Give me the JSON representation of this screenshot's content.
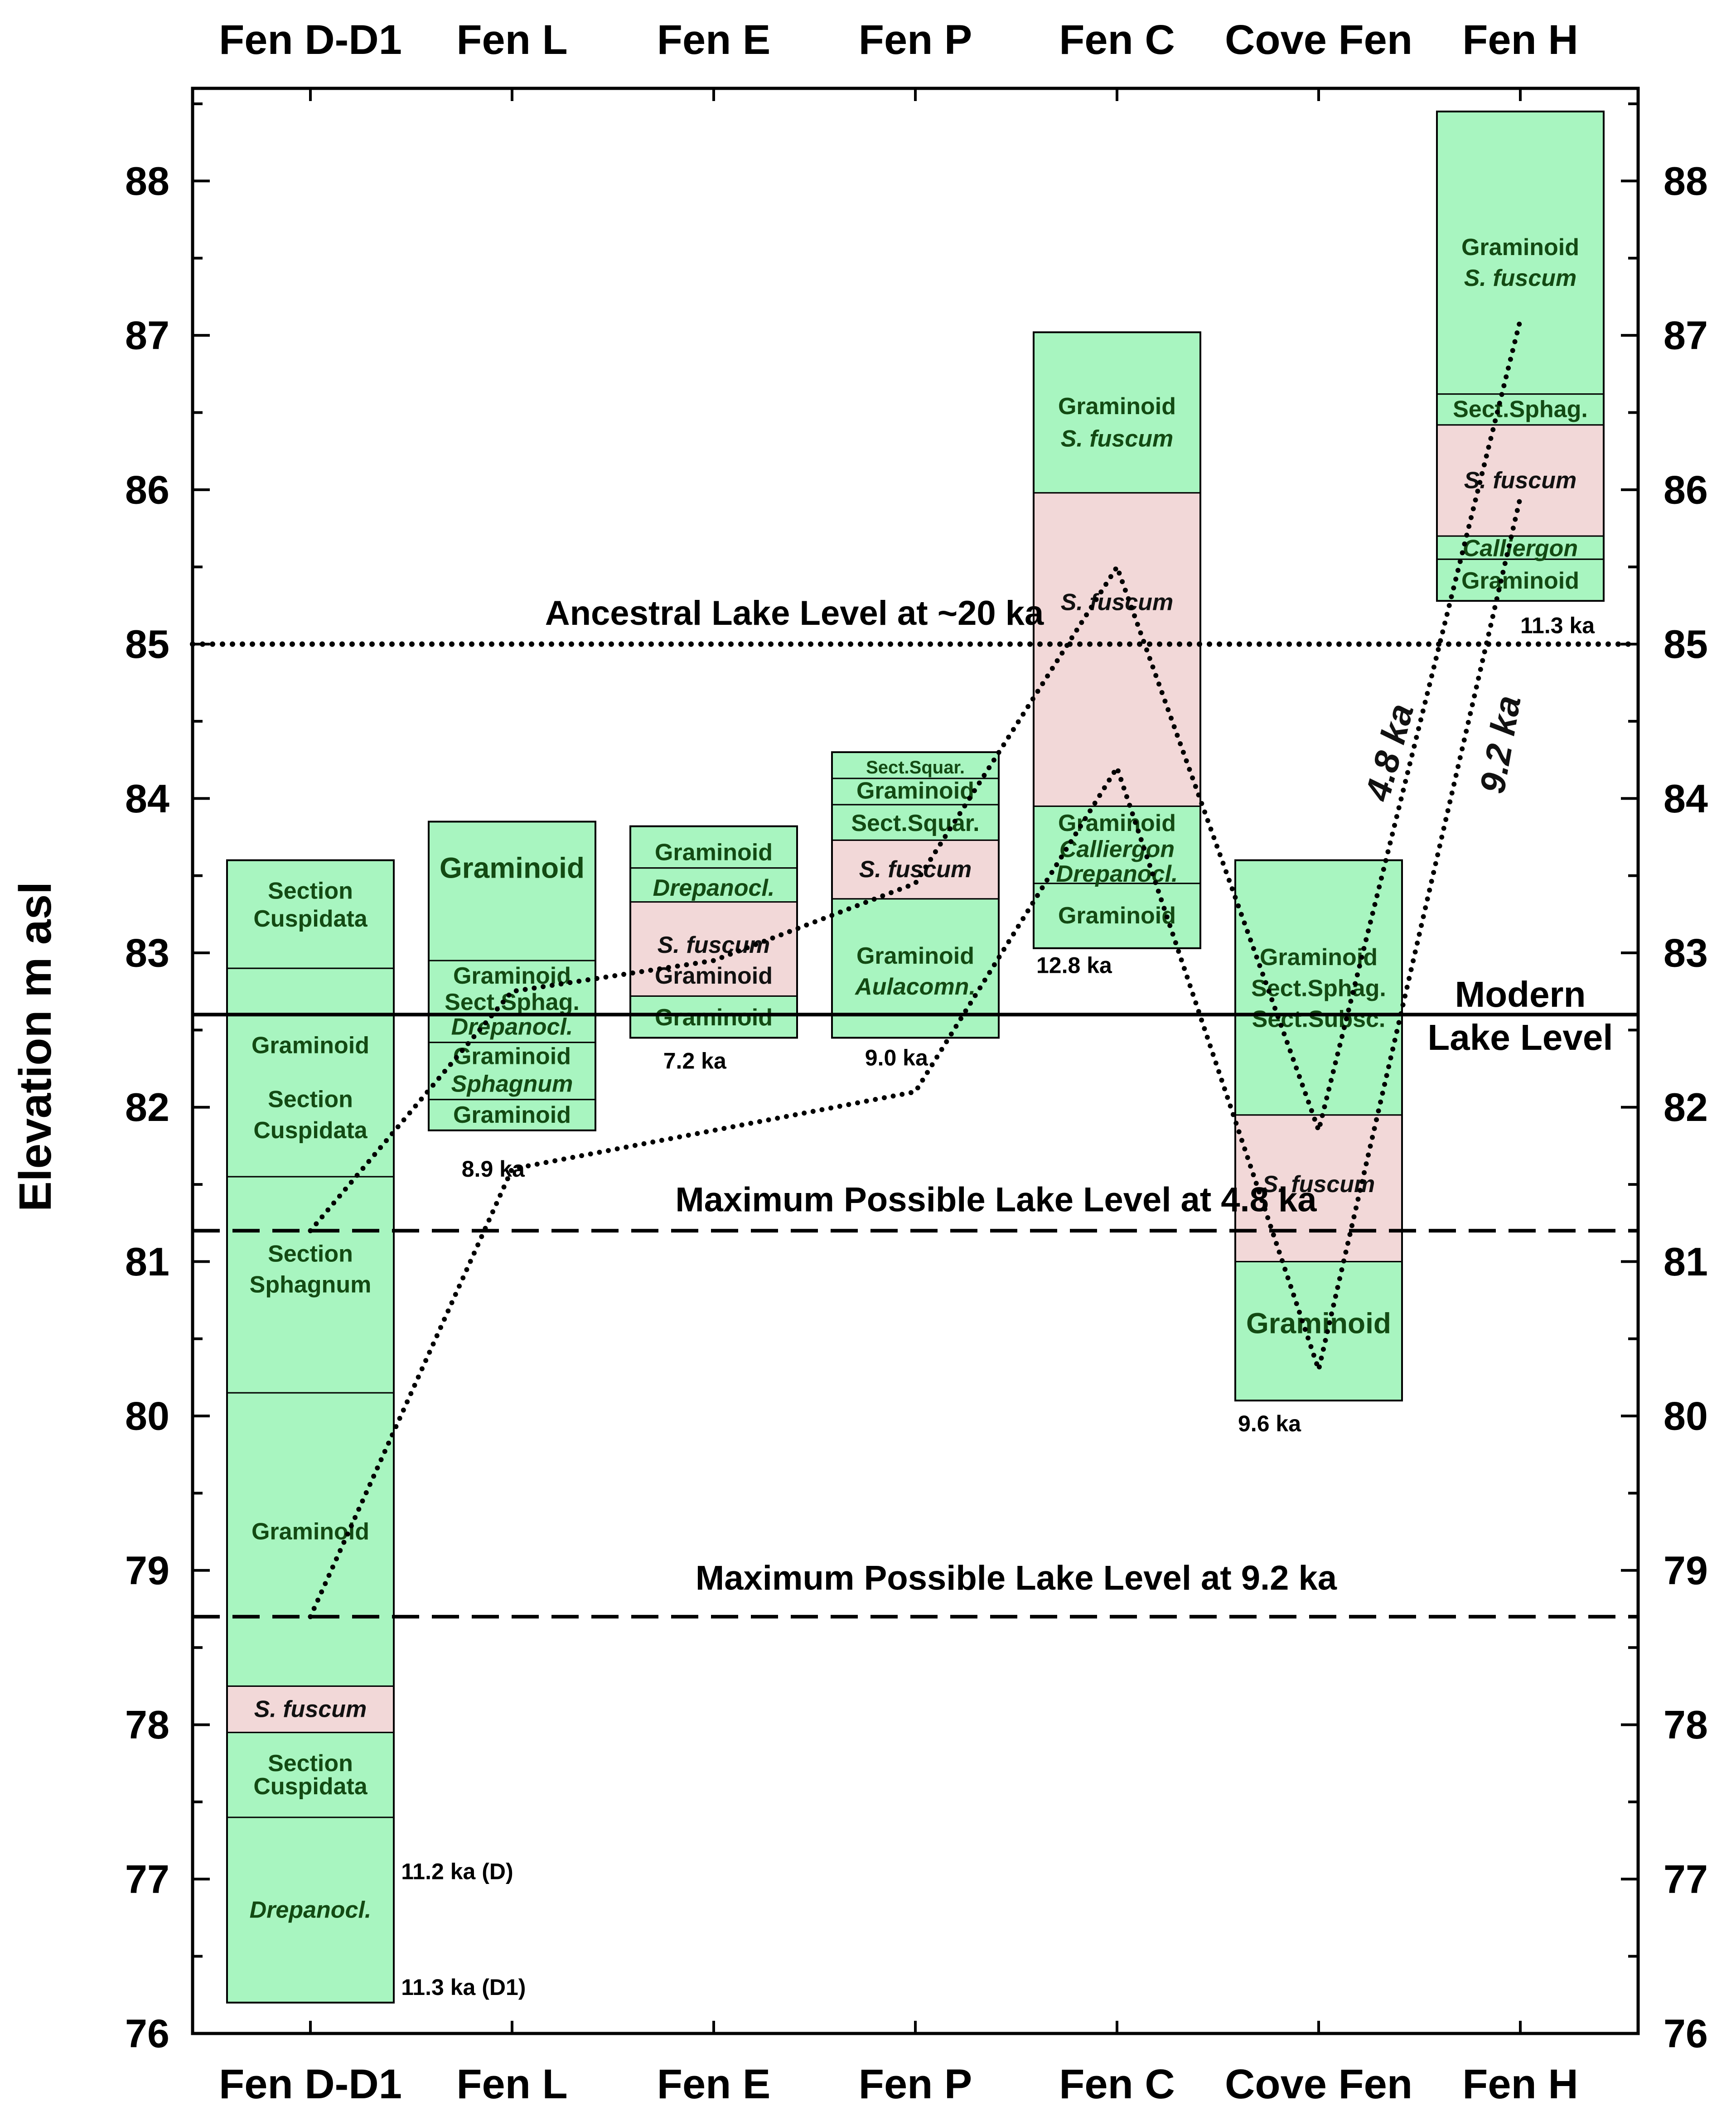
{
  "chart_data": {
    "type": "column-stratigraphy",
    "ylabel": "Elevation m asl",
    "ylim": [
      76,
      88.6
    ],
    "y_ticks": [
      "76",
      "77",
      "78",
      "79",
      "80",
      "81",
      "82",
      "83",
      "84",
      "85",
      "86",
      "87",
      "88"
    ],
    "categories": [
      "Fen D-D1",
      "Fen L",
      "Fen E",
      "Fen P",
      "Fen C",
      "Cove Fen",
      "Fen H"
    ],
    "colors": {
      "graminoid_moss": "#a8f5c0",
      "s_fuscum": "#f2d8d8",
      "label_text": "#134a13"
    },
    "reference_lines": [
      {
        "label": "Ancestral Lake Level at ~20 ka",
        "y": 85.0,
        "style": "dotted",
        "label_x": 2.4,
        "label_y": 85.2
      },
      {
        "label": "Modern Lake Level",
        "label_lines": [
          "Modern",
          "Lake Level"
        ],
        "y": 82.6,
        "style": "solid",
        "label_x": 6.0,
        "label_y": 82.6
      },
      {
        "label": "Maximum Possible Lake Level at 4.8 ka",
        "y": 81.2,
        "style": "dashed",
        "label_x": 3.4,
        "label_y": 81.4
      },
      {
        "label": "Maximum Possible Lake Level at 9.2 ka",
        "y": 78.7,
        "style": "dashed",
        "label_x": 3.5,
        "label_y": 78.95
      }
    ],
    "columns": [
      {
        "site": "Fen D-D1",
        "x": 0,
        "bottom": 76.2,
        "top": 83.6,
        "age_labels": [
          {
            "text": "11.2 ka (D)",
            "x": 0.45,
            "y": 77.05
          },
          {
            "text": "11.3 ka (D1)",
            "x": 0.45,
            "y": 76.3
          }
        ],
        "units": [
          {
            "bottom": 76.2,
            "top": 77.4,
            "type": "green",
            "labels": [
              {
                "text": "Drepanocl.",
                "y": 76.8,
                "italic": true
              }
            ]
          },
          {
            "bottom": 77.4,
            "top": 77.95,
            "type": "green",
            "labels": [
              {
                "text": "Section",
                "y": 77.75
              },
              {
                "text": "Cuspidata",
                "y": 77.6
              }
            ]
          },
          {
            "bottom": 77.95,
            "top": 78.25,
            "type": "pink",
            "labels": [
              {
                "text": "S. fuscum",
                "y": 78.1,
                "italic": true
              }
            ]
          },
          {
            "bottom": 78.25,
            "top": 80.15,
            "type": "green",
            "labels": [
              {
                "text": "Graminoid",
                "y": 79.25
              }
            ]
          },
          {
            "bottom": 80.15,
            "top": 81.55,
            "type": "green",
            "labels": [
              {
                "text": "Section",
                "y": 81.05
              },
              {
                "text": "Sphagnum",
                "y": 80.85
              }
            ]
          },
          {
            "bottom": 81.55,
            "top": 82.9,
            "type": "green",
            "labels": [
              {
                "text": "Graminoid",
                "y": 82.4
              },
              {
                "text": "Section",
                "y": 82.05
              },
              {
                "text": "Cuspidata",
                "y": 81.85
              }
            ]
          },
          {
            "bottom": 82.9,
            "top": 83.6,
            "type": "green",
            "labels": [
              {
                "text": "Section",
                "y": 83.4
              },
              {
                "text": "Cuspidata",
                "y": 83.22
              }
            ]
          }
        ]
      },
      {
        "site": "Fen L",
        "x": 1,
        "bottom": 81.85,
        "top": 83.85,
        "age_labels": [
          {
            "text": "8.9 ka",
            "x": -0.25,
            "y": 81.6
          }
        ],
        "units": [
          {
            "bottom": 81.85,
            "top": 82.05,
            "type": "green",
            "labels": [
              {
                "text": "Graminoid",
                "y": 81.95
              }
            ]
          },
          {
            "bottom": 82.05,
            "top": 82.42,
            "type": "green",
            "labels": [
              {
                "text": "Graminoid",
                "y": 82.33
              },
              {
                "text": "Sphagnum",
                "y": 82.15,
                "italic": true
              }
            ]
          },
          {
            "bottom": 82.42,
            "top": 82.95,
            "type": "green",
            "labels": [
              {
                "text": "Graminoid",
                "y": 82.85
              },
              {
                "text": "Sect.Sphag.",
                "y": 82.68
              },
              {
                "text": "Drepanocl.",
                "y": 82.52,
                "italic": true
              }
            ]
          },
          {
            "bottom": 82.95,
            "top": 83.85,
            "type": "green",
            "labels": [
              {
                "text": "Graminoid",
                "y": 83.55,
                "large": true
              }
            ]
          }
        ]
      },
      {
        "site": "Fen E",
        "x": 2,
        "bottom": 82.45,
        "top": 83.82,
        "age_labels": [
          {
            "text": "7.2 ka",
            "x": -0.25,
            "y": 82.3
          }
        ],
        "units": [
          {
            "bottom": 82.45,
            "top": 82.72,
            "type": "green",
            "labels": [
              {
                "text": "Graminoid",
                "y": 82.58
              }
            ]
          },
          {
            "bottom": 82.72,
            "top": 83.33,
            "type": "pink",
            "labels": [
              {
                "text": "S. fuscum",
                "y": 83.05,
                "italic": true
              },
              {
                "text": "Graminoid",
                "y": 82.85
              }
            ]
          },
          {
            "bottom": 83.33,
            "top": 83.55,
            "type": "green",
            "labels": [
              {
                "text": "Drepanocl.",
                "y": 83.42,
                "italic": true
              }
            ]
          },
          {
            "bottom": 83.55,
            "top": 83.82,
            "type": "green",
            "labels": [
              {
                "text": "Graminoid",
                "y": 83.65
              }
            ]
          }
        ]
      },
      {
        "site": "Fen P",
        "x": 3,
        "bottom": 82.45,
        "top": 84.3,
        "age_labels": [
          {
            "text": "9.0 ka",
            "x": -0.25,
            "y": 82.32
          }
        ],
        "units": [
          {
            "bottom": 82.45,
            "top": 83.35,
            "type": "green",
            "labels": [
              {
                "text": "Graminoid",
                "y": 82.98
              },
              {
                "text": "Aulacomn.",
                "y": 82.78,
                "italic": true
              }
            ]
          },
          {
            "bottom": 83.35,
            "top": 83.73,
            "type": "pink",
            "labels": [
              {
                "text": "S. fuscum",
                "y": 83.54,
                "italic": true
              }
            ]
          },
          {
            "bottom": 83.73,
            "top": 83.96,
            "type": "green",
            "labels": [
              {
                "text": "Sect.Squar.",
                "y": 83.84
              }
            ]
          },
          {
            "bottom": 83.96,
            "top": 84.13,
            "type": "green",
            "labels": [
              {
                "text": "Graminoid",
                "y": 84.05
              }
            ]
          },
          {
            "bottom": 84.13,
            "top": 84.3,
            "type": "green",
            "labels": [
              {
                "text": "Sect.Squar.",
                "y": 84.2,
                "small": true
              }
            ]
          }
        ]
      },
      {
        "site": "Fen C",
        "x": 4,
        "bottom": 83.03,
        "top": 87.02,
        "age_labels": [
          {
            "text": "12.8 ka",
            "x": -0.4,
            "y": 82.92
          }
        ],
        "units": [
          {
            "bottom": 83.03,
            "top": 83.45,
            "type": "green",
            "labels": [
              {
                "text": "Graminoid",
                "y": 83.24
              }
            ]
          },
          {
            "bottom": 83.45,
            "top": 83.95,
            "type": "green",
            "labels": [
              {
                "text": "Graminoid",
                "y": 83.84
              },
              {
                "text": "Calliergon",
                "y": 83.67,
                "italic": true
              },
              {
                "text": "Drepanocl.",
                "y": 83.51,
                "italic": true
              }
            ]
          },
          {
            "bottom": 83.95,
            "top": 85.98,
            "type": "pink",
            "labels": [
              {
                "text": "S. fuscum",
                "y": 85.27,
                "italic": true
              }
            ]
          },
          {
            "bottom": 85.98,
            "top": 87.02,
            "type": "green",
            "labels": [
              {
                "text": "Graminoid",
                "y": 86.54
              },
              {
                "text": "S. fuscum",
                "y": 86.33,
                "italic": true
              }
            ]
          }
        ]
      },
      {
        "site": "Cove Fen",
        "x": 5,
        "bottom": 80.1,
        "top": 83.6,
        "age_labels": [
          {
            "text": "9.6 ka",
            "x": -0.4,
            "y": 79.95
          }
        ],
        "units": [
          {
            "bottom": 80.1,
            "top": 81.0,
            "type": "green",
            "labels": [
              {
                "text": "Graminoid",
                "y": 80.6,
                "large": true
              }
            ]
          },
          {
            "bottom": 81.0,
            "top": 81.95,
            "type": "pink",
            "labels": [
              {
                "text": "S. fuscum",
                "y": 81.5,
                "italic": true
              }
            ]
          },
          {
            "bottom": 81.95,
            "top": 83.6,
            "type": "green",
            "labels": [
              {
                "text": "Graminoid",
                "y": 82.97
              },
              {
                "text": "Sect.Sphag.",
                "y": 82.77
              },
              {
                "text": "Sect.Subsc.",
                "y": 82.57
              }
            ]
          }
        ]
      },
      {
        "site": "Fen H",
        "x": 6,
        "bottom": 85.28,
        "top": 88.45,
        "age_labels": [
          {
            "text": "11.3 ka",
            "x": 0.0,
            "y": 85.12
          }
        ],
        "units": [
          {
            "bottom": 85.28,
            "top": 85.55,
            "type": "green",
            "labels": [
              {
                "text": "Graminoid",
                "y": 85.41
              }
            ]
          },
          {
            "bottom": 85.55,
            "top": 85.7,
            "type": "green",
            "labels": [
              {
                "text": "Calliergon",
                "y": 85.62,
                "italic": true
              }
            ]
          },
          {
            "bottom": 85.7,
            "top": 86.42,
            "type": "pink",
            "labels": [
              {
                "text": "S. fuscum",
                "y": 86.06,
                "italic": true
              }
            ]
          },
          {
            "bottom": 86.42,
            "top": 86.62,
            "type": "green",
            "labels": [
              {
                "text": "Sect.Sphag.",
                "y": 86.52
              }
            ]
          },
          {
            "bottom": 86.62,
            "top": 88.45,
            "type": "green",
            "labels": [
              {
                "text": "Graminoid",
                "y": 87.57
              },
              {
                "text": "S. fuscum",
                "y": 87.37,
                "italic": true
              }
            ]
          }
        ]
      }
    ],
    "series": [
      {
        "name": "4.8 ka",
        "points": [
          [
            0,
            81.2
          ],
          [
            1,
            82.75
          ],
          [
            2,
            82.95
          ],
          [
            3,
            83.45
          ],
          [
            4,
            85.5
          ],
          [
            5,
            81.85
          ],
          [
            6,
            87.1
          ]
        ],
        "label_x": 5.35,
        "label_y": 84.3,
        "label_rotate": -75
      },
      {
        "name": "9.2 ka",
        "points": [
          [
            0,
            78.7
          ],
          [
            1,
            81.6
          ],
          [
            3,
            82.1
          ],
          [
            4,
            84.2
          ],
          [
            5,
            80.3
          ],
          [
            6,
            85.95
          ]
        ],
        "label_x": 5.9,
        "label_y": 84.35,
        "label_rotate": -80
      }
    ]
  }
}
